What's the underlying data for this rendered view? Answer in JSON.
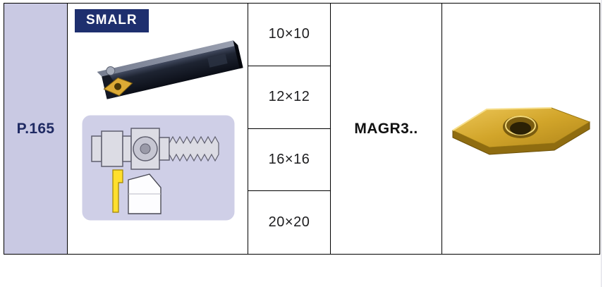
{
  "page_ref": "P.165",
  "holder": {
    "designation": "SMALR"
  },
  "shank_sizes": [
    "10×10",
    "12×12",
    "16×16",
    "20×20"
  ],
  "insert_code": "MAGR3..",
  "icons": {
    "toolholder_photo": "smalr-toolholder-photo",
    "clamping_diagram": "insert-clamping-diagram",
    "insert_photo": "magr-insert-photo"
  },
  "colors": {
    "lavender_cell": "#c9c9e3",
    "diagram_box": "#cfcfe7",
    "badge_navy": "#1e2f6e",
    "navy_text": "#1f2a63",
    "insert_gold": "#d2a52a",
    "insert_yellow": "#ffdf2e",
    "border": "#000000"
  }
}
